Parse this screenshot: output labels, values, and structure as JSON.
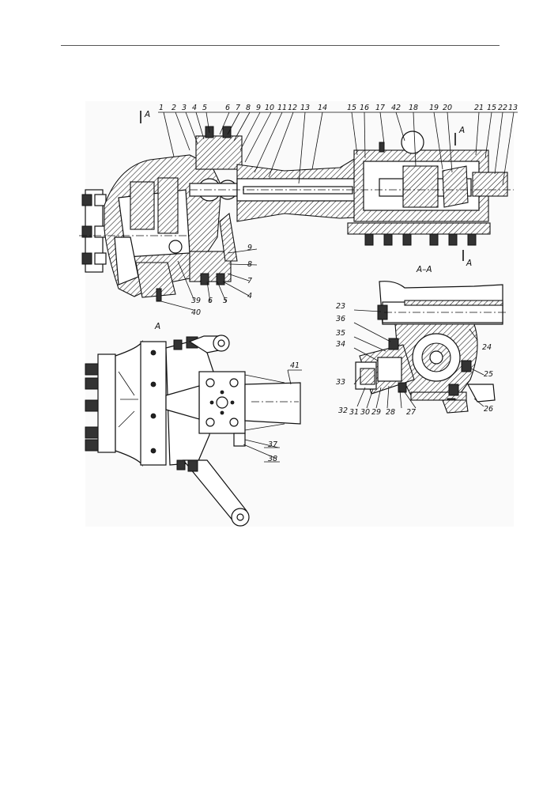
{
  "drawing": {
    "main_view_marker": "A",
    "view_a_title": "A",
    "section_title": "A–A",
    "section_marks": [
      "A",
      "A"
    ],
    "callouts_main": [
      "1",
      "2",
      "3",
      "4",
      "5",
      "6",
      "7",
      "8",
      "9",
      "10",
      "11",
      "12",
      "13",
      "14",
      "15",
      "16",
      "17",
      "42",
      "18",
      "19",
      "20",
      "21",
      "15",
      "22",
      "13"
    ],
    "callouts_lower_right": [
      "9",
      "8",
      "7",
      "4",
      "5",
      "6"
    ],
    "callouts_bottom": [
      "39",
      "40"
    ],
    "callouts_view_a": [
      "41",
      "37",
      "38"
    ],
    "callouts_section": [
      "23",
      "36",
      "35",
      "34",
      "33",
      "32",
      "31",
      "30",
      "29",
      "28",
      "27",
      "24",
      "25",
      "26"
    ]
  },
  "colors": {
    "ink": "#111111",
    "paper": "#ffffff",
    "rule": "#555555"
  }
}
